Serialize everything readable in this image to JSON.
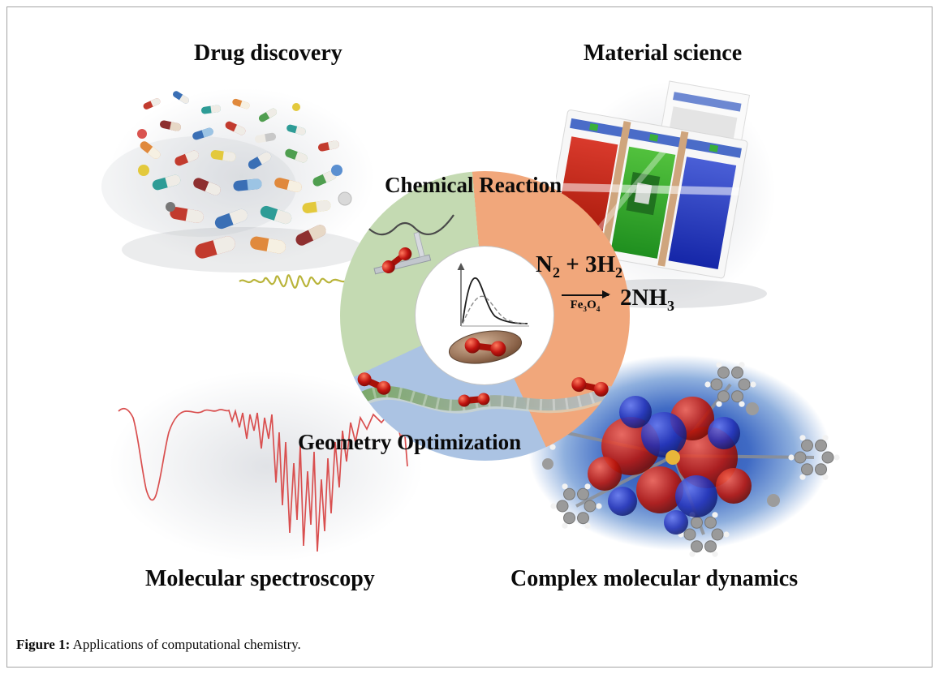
{
  "figure": {
    "caption_label": "Figure 1:",
    "caption_text": " Applications of computational chemistry."
  },
  "labels": {
    "drug_discovery": "Drug discovery",
    "material_science": "Material science",
    "chemical_reaction": "Chemical Reaction",
    "geometry_optimization": "Geometry Optimization",
    "molecular_spectroscopy": "Molecular spectroscopy",
    "complex_molecular_dynamics": "Complex molecular dynamics"
  },
  "equation": {
    "reactant_1": "N",
    "reactant_1_sub": "2",
    "reactant_2": " + 3H",
    "reactant_2_sub": "2",
    "catalyst_1": "Fe",
    "catalyst_1_sub": "3",
    "catalyst_2": "O",
    "catalyst_2_sub": "4",
    "product": "2NH",
    "product_sub": "3"
  },
  "icons": {
    "reaction_arrow": "→",
    "center_molecule": "diatomic-molecule-on-surface",
    "green_segment": "potential-energy-curve-with-molecule",
    "blue_segment": "optimization-path-with-molecules"
  },
  "colors": {
    "segment_chemical_reaction": "#f1a77b",
    "segment_geometry_optimization": "#abc3e3",
    "segment_upper_left": "#c4dab2",
    "spectrum_line": "#d94f4f",
    "dynamics_glow": "#2a4fae",
    "molecule_red": "#c01410"
  }
}
